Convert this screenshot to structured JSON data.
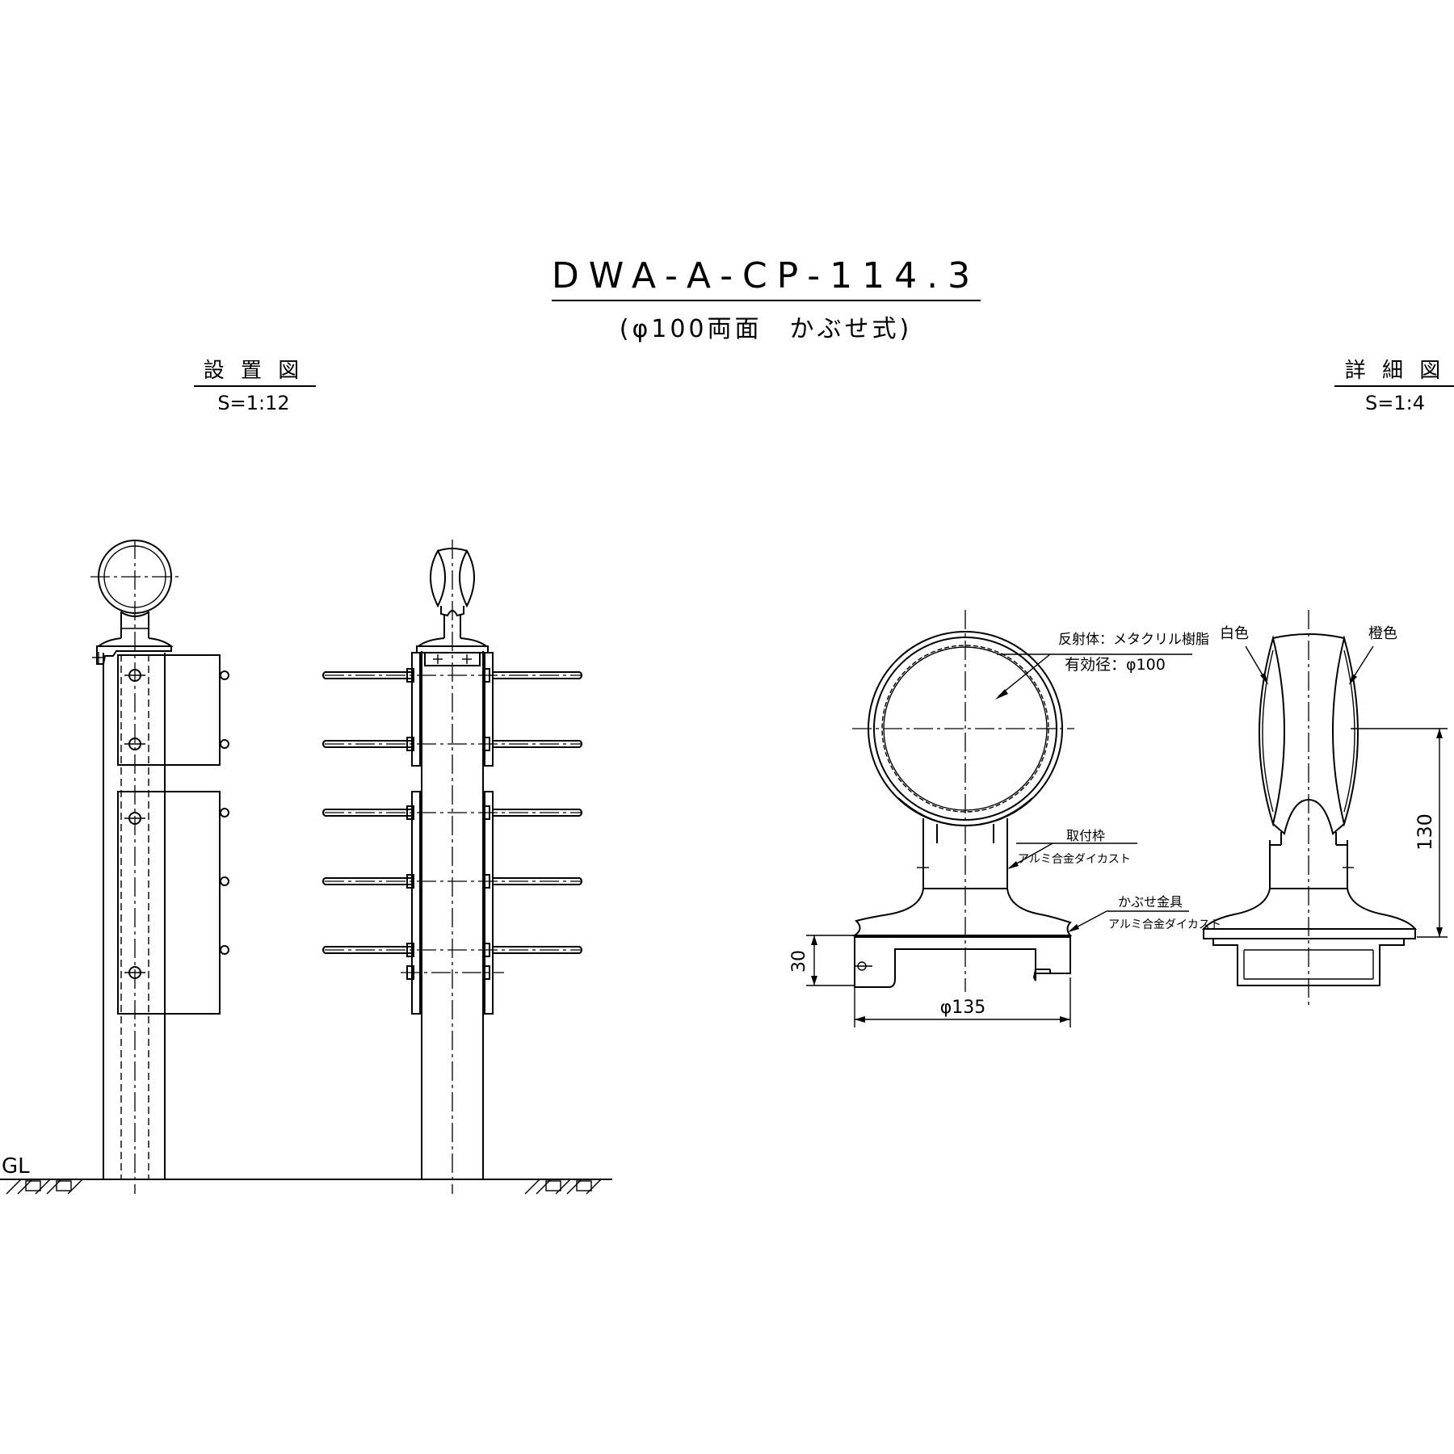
{
  "title": {
    "main": "DWA-A-CP-114.3",
    "sub": "(φ100両面　かぶせ式)"
  },
  "install_view": {
    "label": "設 置 図",
    "scale": "S=1:12",
    "ground": "GL"
  },
  "detail_view": {
    "label": "詳 細 図",
    "scale": "S=1:4"
  },
  "annotations": {
    "reflector_line1": "反射体：メタクリル樹脂",
    "reflector_line2": "有効径：φ100",
    "bracket_line1": "取付枠",
    "bracket_line2": "アルミ合金ダイカスト",
    "cap_line1": "かぶせ金具",
    "cap_line2": "アルミ合金ダイカスト",
    "white": "白色",
    "orange": "橙色"
  },
  "dimensions": {
    "width": "φ135",
    "base_height": "30",
    "height": "130"
  }
}
